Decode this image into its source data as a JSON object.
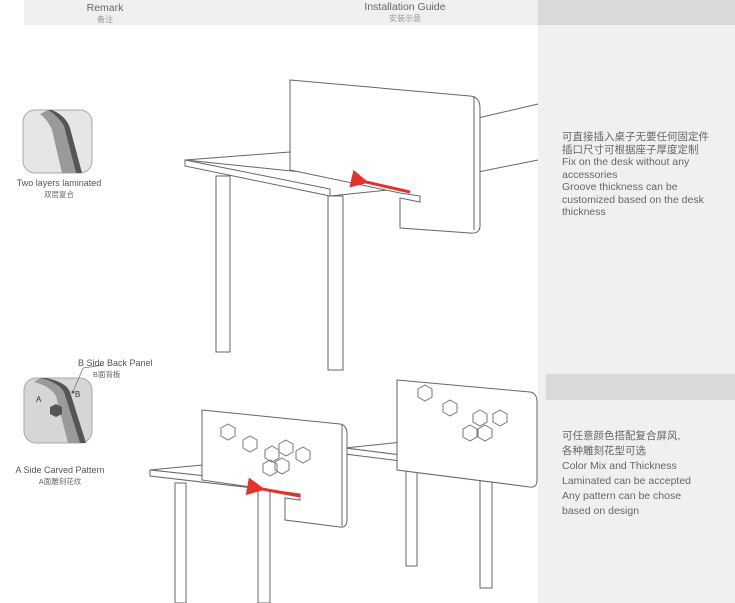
{
  "header": {
    "remark_en": "Remark",
    "remark_cn": "备注",
    "guide_en": "Installation Guide",
    "guide_cn": "安装示意"
  },
  "section1": {
    "detail_label_en": "Two layers laminated",
    "detail_label_cn": "双层复合",
    "notes": [
      "可直接插入桌子无要任何固定件",
      "插口尺寸可根据座子厚度定制",
      "Fix on the desk without any",
      "accessories",
      "Groove thickness can be",
      "customized based on the desk",
      "thickness"
    ]
  },
  "section2": {
    "back_panel_en": "B Side Back Panel",
    "back_panel_cn": "B面背板",
    "marker_a": "A",
    "marker_b": "B",
    "carved_en": "A Side Carved Pattern",
    "carved_cn": "A面雕刻花纹",
    "notes": [
      "可任意颜色搭配复合屏风,",
      "各种雕刻花型可选",
      "Color Mix and Thickness",
      "Laminated can be accepted",
      "Any pattern can be chose",
      "based on design"
    ]
  },
  "colors": {
    "arrow": "#e5322d",
    "panel_band": "#d9d9d9",
    "panel_bg": "#f0f0f0",
    "laminate_dark": "#555555",
    "laminate_light": "#9a9a9a"
  }
}
